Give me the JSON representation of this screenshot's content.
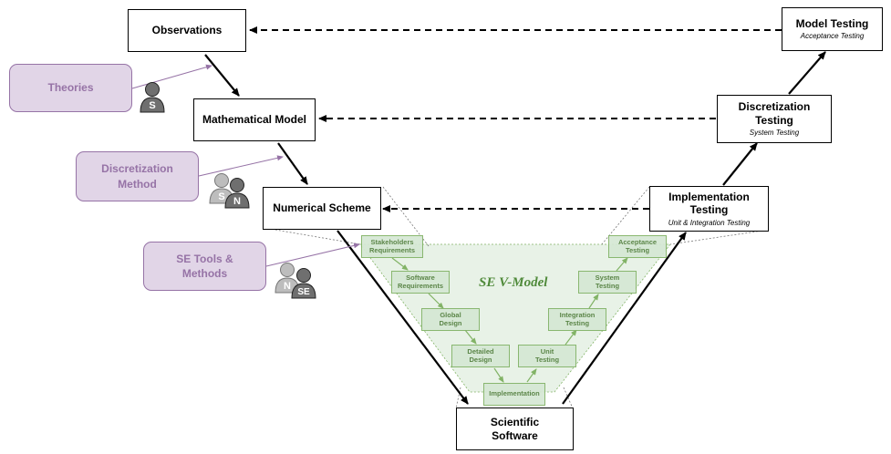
{
  "diagram": {
    "left_column": [
      {
        "title": "Observations"
      },
      {
        "title": "Mathematical Model"
      },
      {
        "title": "Numerical Scheme"
      }
    ],
    "bottom": {
      "title": "Scientific Software"
    },
    "right_column": [
      {
        "title": "Model Testing",
        "subtitle": "Acceptance Testing"
      },
      {
        "title": "Discretization Testing",
        "subtitle": "System Testing"
      },
      {
        "title": "Implementation Testing",
        "subtitle": "Unit & Integration Testing"
      }
    ],
    "inputs": [
      {
        "label": "Theories",
        "people": [
          "S"
        ]
      },
      {
        "label": "Discretization Method",
        "people": [
          "S",
          "N"
        ]
      },
      {
        "label": "SE Tools & Methods",
        "people": [
          "N",
          "SE"
        ]
      }
    ],
    "se_vmodel": {
      "title": "SE V-Model",
      "left": [
        "Stakeholders Requirements",
        "Software Requirements",
        "Global Design",
        "Detailed Design"
      ],
      "center": "Implementation",
      "right": [
        "Unit Testing",
        "Integration Testing",
        "System Testing",
        "Acceptance Testing"
      ]
    },
    "colors": {
      "input_fill": "#e1d5e7",
      "input_stroke": "#9673a6",
      "se_fill": "#d5e8d4",
      "se_stroke": "#82b366",
      "person_light": "#bdbdbd",
      "person_dark": "#6f6f6f"
    }
  }
}
